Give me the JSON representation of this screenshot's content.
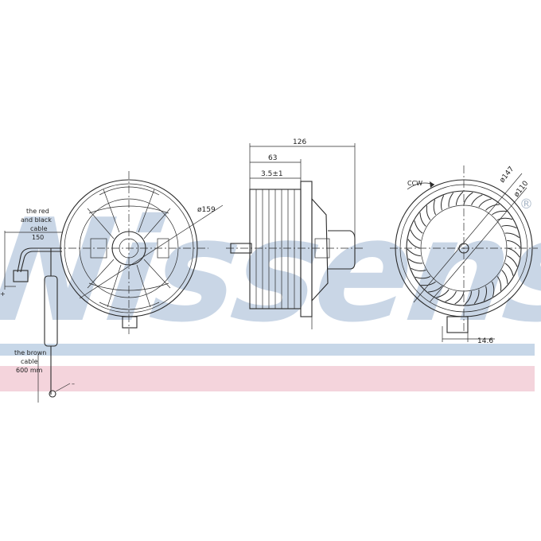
{
  "watermark": {
    "brand": "Nissens",
    "registered_mark": "®"
  },
  "colors": {
    "band_blue": "#c7d7e8",
    "band_pink": "#f4d4dc",
    "watermark": "#c9d6e6",
    "ink": "#2a2a2a"
  },
  "left_view": {
    "diameter": "ø159",
    "red_black_cable_label": [
      "the red",
      "and black",
      "cable"
    ],
    "red_black_cable_length": "150",
    "brown_cable_label": [
      "the brown",
      "cable"
    ],
    "brown_cable_length": "600 mm",
    "plus_sign": "+",
    "minus_sign": "–"
  },
  "side_view": {
    "overall_length": "126",
    "wheel_length": "63",
    "offset": "3.5±1"
  },
  "right_view": {
    "rotation": "CCW",
    "outer_diameter": "ø147",
    "inner_diameter": "ø110",
    "tab_width": "14.6"
  }
}
